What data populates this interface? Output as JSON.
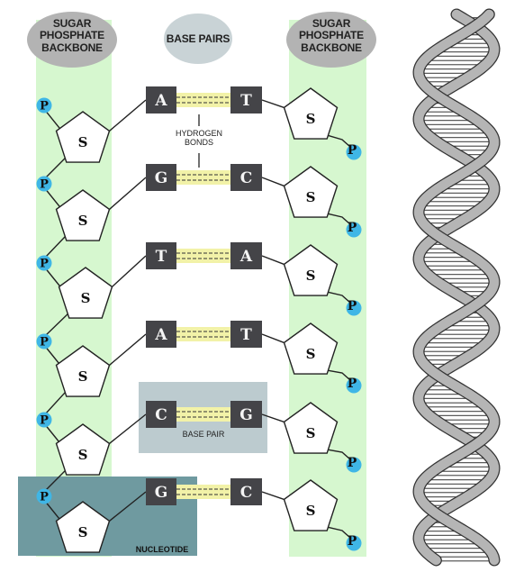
{
  "labels": {
    "left_backbone": "SUGAR\nPHOSPHATE\nBACKBONE",
    "right_backbone": "SUGAR\nPHOSPHATE\nBACKBONE",
    "base_pairs": "BASE PAIRS",
    "hydrogen_bonds": "HYDROGEN\nBONDS",
    "base_pair": "BASE PAIR",
    "nucleotide": "NUCLEOTIDE"
  },
  "symbols": {
    "sugar": "S",
    "phosphate": "P"
  },
  "pairs": [
    {
      "left": "A",
      "right": "T"
    },
    {
      "left": "G",
      "right": "C"
    },
    {
      "left": "T",
      "right": "A"
    },
    {
      "left": "A",
      "right": "T"
    },
    {
      "left": "C",
      "right": "G"
    },
    {
      "left": "G",
      "right": "C"
    }
  ],
  "colors": {
    "backbone_band": "#d6f7cf",
    "oval": "#b3b3b3",
    "base_pairs_oval": "#c9d3d6",
    "base_box": "#444448",
    "hbond": "#f2f2a8",
    "phosphate": "#3fb6e6",
    "highlight_box": "#bccbcf",
    "nucleotide_box": "#6f9aa0",
    "helix_strand": "#b5b5b5"
  }
}
